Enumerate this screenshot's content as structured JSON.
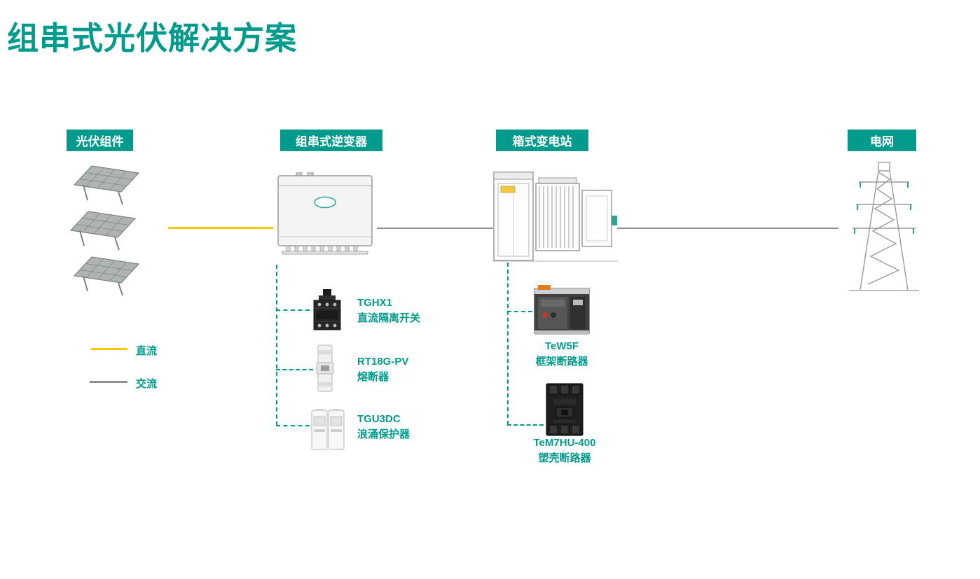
{
  "title": "组串式光伏解决方案",
  "colors": {
    "accent_teal": "#009B8C",
    "dc_yellow": "#FFC600",
    "ac_gray": "#8F8F8F"
  },
  "stages": [
    {
      "label": "光伏组件"
    },
    {
      "label": "组串式逆变器"
    },
    {
      "label": "箱式变电站"
    },
    {
      "label": "电网"
    }
  ],
  "legend": [
    {
      "label": "直流",
      "color": "#FFC600"
    },
    {
      "label": "交流",
      "color": "#8F8F8F"
    }
  ],
  "inverter_components": [
    {
      "model": "TGHX1",
      "name": "直流隔离开关"
    },
    {
      "model": "RT18G-PV",
      "name": "熔断器"
    },
    {
      "model": "TGU3DC",
      "name": "浪涌保护器"
    }
  ],
  "substation_components": [
    {
      "model": "TeW5F",
      "name": "框架断路器"
    },
    {
      "model": "TeM7HU-400",
      "name": "塑壳断路器"
    }
  ]
}
